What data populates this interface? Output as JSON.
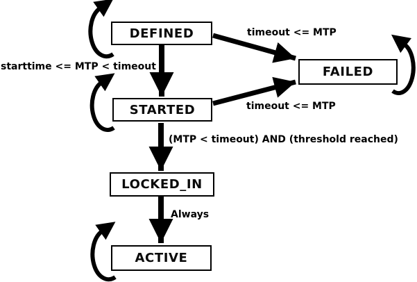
{
  "diagram": {
    "type": "state-machine",
    "background": "#ffffff",
    "stroke_color": "#000000",
    "state_fill": "#ffffff",
    "states": [
      {
        "label": "DEFINED"
      },
      {
        "label": "STARTED"
      },
      {
        "label": "FAILED"
      },
      {
        "label": "LOCKED_IN"
      },
      {
        "label": "ACTIVE"
      }
    ],
    "transitions": [
      {
        "from": "DEFINED",
        "to": "FAILED",
        "label": "timeout <= MTP"
      },
      {
        "from": "DEFINED",
        "to": "STARTED",
        "label": "starttime <= MTP < timeout"
      },
      {
        "from": "STARTED",
        "to": "FAILED",
        "label": "timeout <= MTP"
      },
      {
        "from": "STARTED",
        "to": "LOCKED_IN",
        "label": "(MTP < timeout) AND (threshold reached)"
      },
      {
        "from": "LOCKED_IN",
        "to": "ACTIVE",
        "label": "Always"
      },
      {
        "from": "DEFINED",
        "to": "DEFINED",
        "label": ""
      },
      {
        "from": "STARTED",
        "to": "STARTED",
        "label": ""
      },
      {
        "from": "FAILED",
        "to": "FAILED",
        "label": ""
      },
      {
        "from": "ACTIVE",
        "to": "ACTIVE",
        "label": ""
      }
    ]
  }
}
